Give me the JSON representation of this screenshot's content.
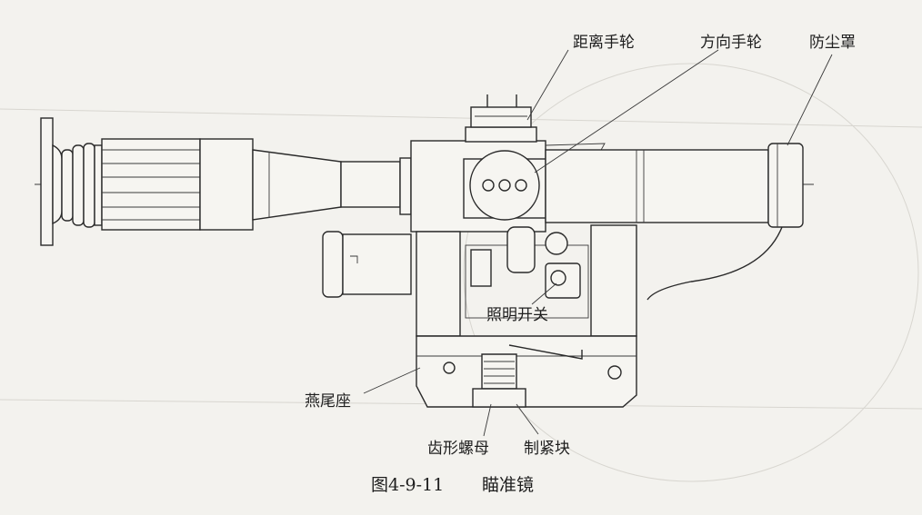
{
  "figure": {
    "caption_number": "图4-9-11",
    "caption_title": "瞄准镜",
    "labels": {
      "range_knob": "距离手轮",
      "direction_knob": "方向手轮",
      "dust_cover": "防尘罩",
      "illumination_switch": "照明开关",
      "dovetail_mount": "燕尾座",
      "toothed_nut": "齿形螺母",
      "locking_block": "制紧块"
    }
  }
}
